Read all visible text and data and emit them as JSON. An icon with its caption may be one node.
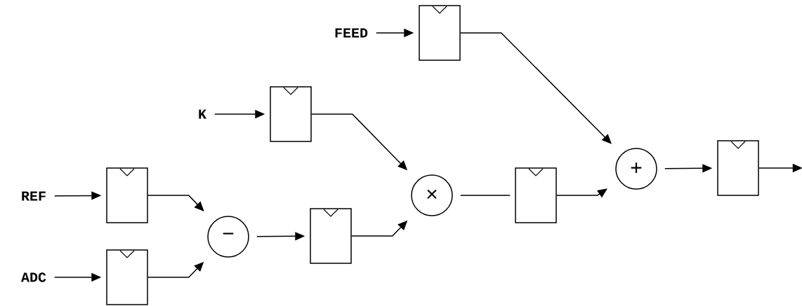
{
  "diagram": {
    "nodes": [
      {
        "text": [
          "FEED"
        ]
      },
      {
        "text": [],
        "shape": "box"
      },
      {
        "text": [
          "K"
        ]
      },
      {
        "text": [],
        "shape": "box"
      },
      {
        "text": [
          "REF"
        ]
      },
      {
        "text": [],
        "shape": "box"
      },
      {
        "text": [
          "ADC"
        ]
      },
      {
        "text": [],
        "shape": "box"
      },
      {
        "text": [
          "−"
        ]
      },
      {
        "text": [],
        "shape": "box"
      },
      {
        "text": [
          "×"
        ]
      },
      {
        "text": [],
        "shape": "box"
      },
      {
        "text": [
          "+"
        ]
      },
      {
        "text": [],
        "shape": "box"
      }
    ],
    "edges": [
      {
        "from": 0,
        "to": 1,
        "arrow": "to"
      },
      {
        "from": 2,
        "to": 3,
        "arrow": "to"
      },
      {
        "from": 4,
        "to": 5,
        "arrow": "to"
      },
      {
        "from": 6,
        "to": 7,
        "arrow": "to"
      },
      {
        "from": 5,
        "to": 8,
        "arrow": "to"
      },
      {
        "from": 7,
        "to": 8,
        "arrow": "to"
      },
      {
        "from": 8,
        "to": 9,
        "arrow": "to"
      },
      {
        "from": 3,
        "to": 10,
        "arrow": "to"
      },
      {
        "from": 9,
        "to": 10,
        "arrow": "to"
      },
      {
        "from": 10,
        "to": 11,
        "arrow": "none"
      },
      {
        "from": 1,
        "to": 12,
        "arrow": "to"
      },
      {
        "from": 11,
        "to": 12,
        "arrow": "to"
      },
      {
        "from": 12,
        "to": 13,
        "arrow": "to"
      },
      {
        "from": 13,
        "to": null,
        "arrow": "to"
      }
    ]
  }
}
